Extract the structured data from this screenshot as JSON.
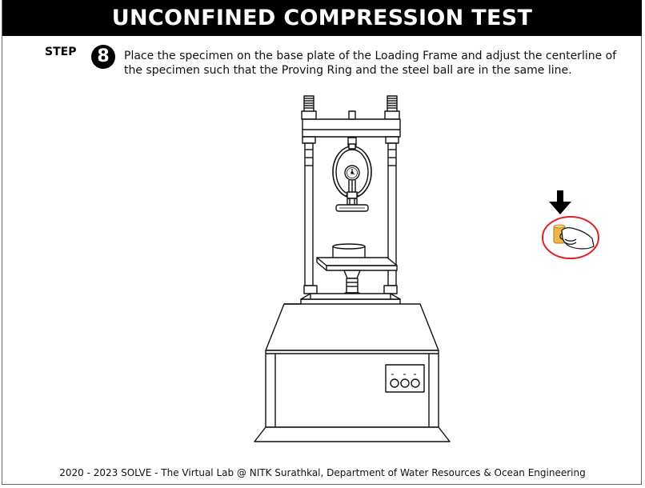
{
  "header": {
    "title": "UNCONFINED COMPRESSION TEST"
  },
  "step": {
    "label": "STEP",
    "number": "8",
    "instruction": "Place the specimen on the base plate of the Loading Frame and adjust the centerline of the specimen such that the Proving Ring and the steel ball are in the same line."
  },
  "illustration": {
    "apparatus": "loading-frame",
    "target_item": "hand-holding-specimen",
    "pointer_icon": "down-arrow-icon",
    "highlight_color": "#e0202a",
    "specimen_color": "#f0b64a"
  },
  "footer": {
    "text": "2020 - 2023 SOLVE - The Virtual Lab @ NITK Surathkal, Department of Water Resources & Ocean Engineering"
  }
}
